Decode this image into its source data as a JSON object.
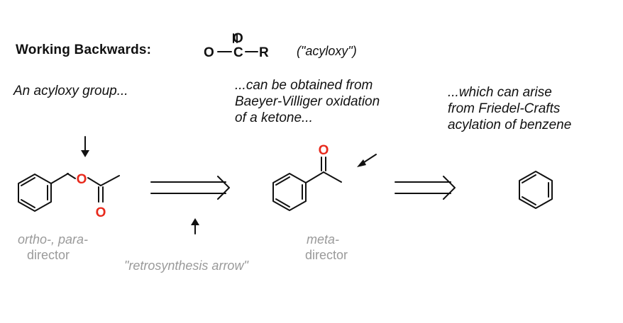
{
  "header": {
    "title": "Working  Backwards:",
    "formula": {
      "double_o": "O",
      "left": "O",
      "center": "C",
      "right": "R"
    },
    "name": "(\"acyloxy\")"
  },
  "captions": {
    "first": [
      "An acyloxy group..."
    ],
    "second": [
      "...can be obtained from",
      "Baeyer-Villiger oxidation",
      "of a ketone..."
    ],
    "third": [
      "...which can arise",
      "from Friedel-Crafts",
      "acylation of benzene"
    ]
  },
  "labels": {
    "op_director": {
      "line1": "ortho-, para-",
      "line2": "director"
    },
    "meta_director": {
      "line1": "meta-",
      "line2": "director"
    },
    "retro_arrow": "\"retrosynthesis arrow\""
  },
  "atoms": {
    "ester_o": "O",
    "ester_carbonyl_o": "O",
    "ketone_o": "O"
  },
  "colors": {
    "heteroatom": "#e8291c",
    "text": "#111111",
    "muted": "#9a9a9a"
  }
}
